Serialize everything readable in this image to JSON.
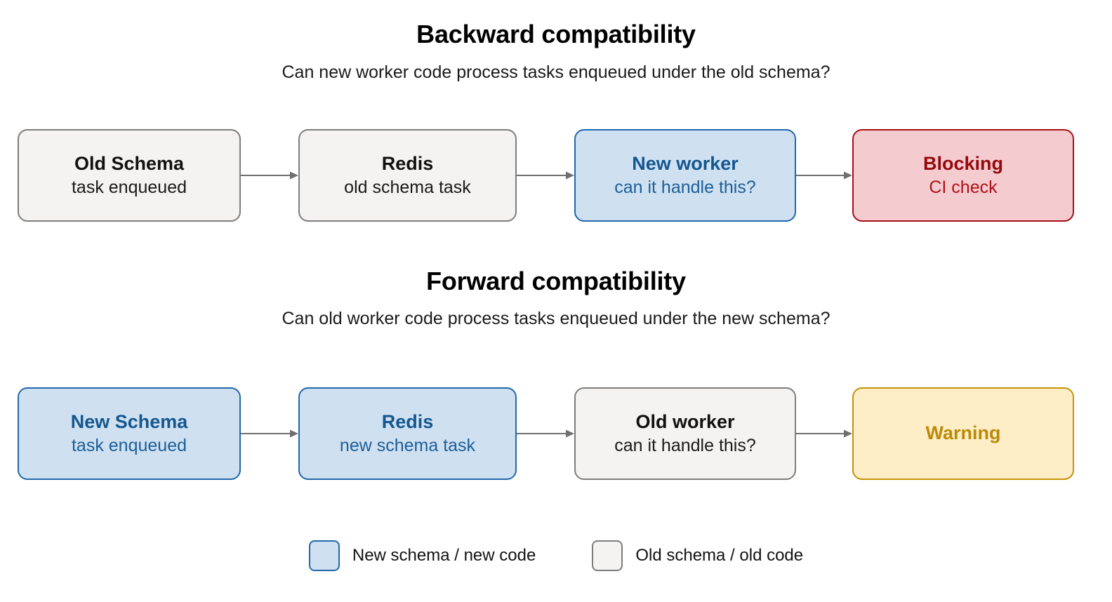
{
  "colors": {
    "gray_fill": "#f4f3f1",
    "gray_border": "#7d7d7d",
    "blue_fill": "#cfe0f1",
    "blue_border": "#2268ab",
    "blue_text": "#14578f",
    "red_fill": "#f4ccd0",
    "red_border": "#a81017",
    "red_text": "#97080d",
    "yellow_fill": "#fdeec8",
    "yellow_border": "#c69208",
    "yellow_text": "#bb8b08",
    "arrow": "#6f6f6f",
    "background": "#ffffff"
  },
  "sections": [
    {
      "title": "Backward compatibility",
      "subtitle": "Can new worker code process tasks enqueued under the old schema?",
      "nodes": [
        {
          "title": "Old Schema",
          "subtitle": "task enqueued",
          "style": "gray"
        },
        {
          "title": "Redis",
          "subtitle": "old schema task",
          "style": "gray"
        },
        {
          "title": "New worker",
          "subtitle": "can it handle this?",
          "style": "blue"
        },
        {
          "title": "Blocking",
          "subtitle": "CI check",
          "style": "red"
        }
      ]
    },
    {
      "title": "Forward compatibility",
      "subtitle": "Can old worker code process tasks enqueued under the new schema?",
      "nodes": [
        {
          "title": "New Schema",
          "subtitle": "task enqueued",
          "style": "blue"
        },
        {
          "title": "Redis",
          "subtitle": "new schema task",
          "style": "blue"
        },
        {
          "title": "Old worker",
          "subtitle": "can it handle this?",
          "style": "gray"
        },
        {
          "title": "Warning",
          "subtitle": "",
          "style": "yellow"
        }
      ]
    }
  ],
  "legend": {
    "items": [
      {
        "label": "New schema / new code",
        "style": "blue"
      },
      {
        "label": "Old schema / old code",
        "style": "gray"
      }
    ]
  }
}
